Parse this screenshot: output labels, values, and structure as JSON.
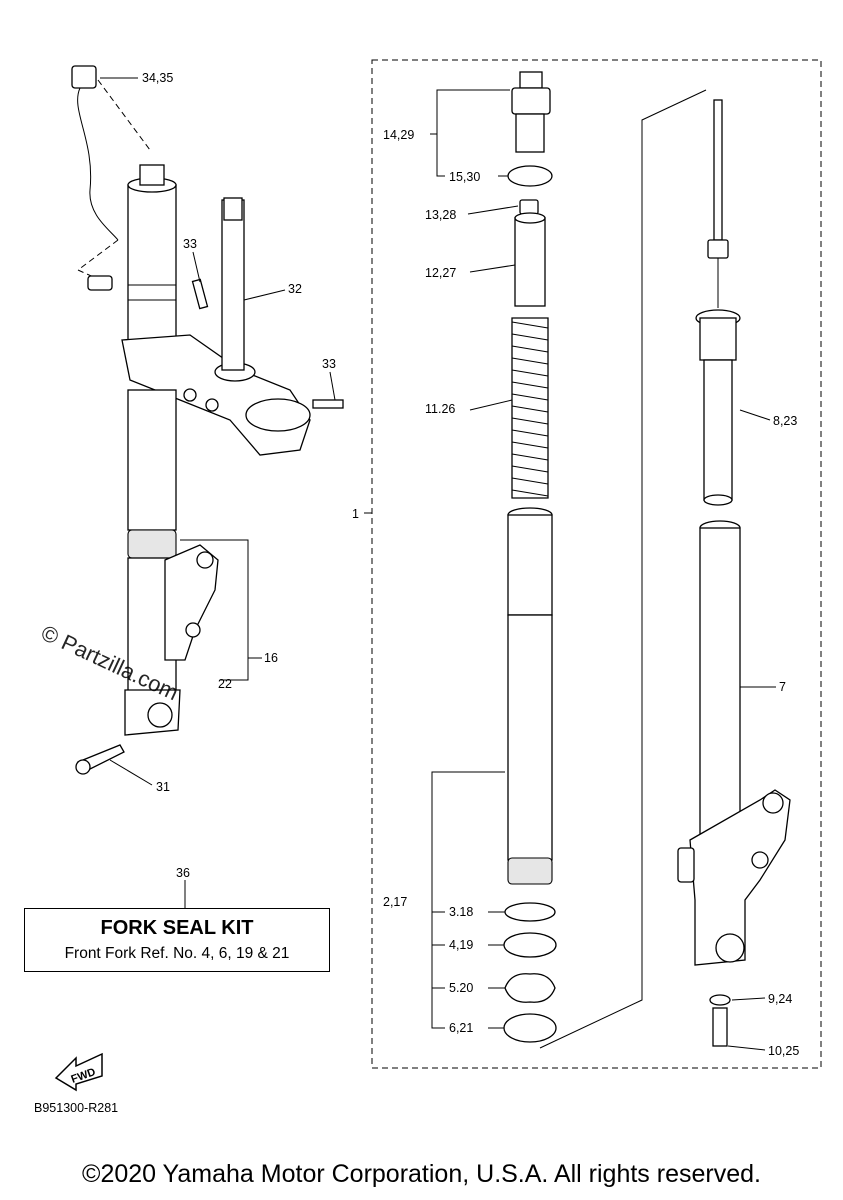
{
  "diagram": {
    "callouts": [
      "34,35",
      "33",
      "32",
      "33",
      "16",
      "22",
      "31",
      "14,29",
      "15,30",
      "13,28",
      "12,27",
      "11.26",
      "1",
      "8,23",
      "7",
      "2,17",
      "3.18",
      "4,19",
      "5.20",
      "6,21",
      "9,24",
      "10,25",
      "36"
    ]
  },
  "kit": {
    "title": "FORK SEAL KIT",
    "subtitle": "Front Fork Ref. No. 4, 6, 19 & 21"
  },
  "watermark": "© Partzilla.com",
  "fwd_icon": {
    "label": "FWD",
    "icon": "forward-arrow-icon"
  },
  "reference_code": "B951300-R281",
  "copyright": "©2020 Yamaha Motor Corporation, U.S.A. All rights reserved."
}
